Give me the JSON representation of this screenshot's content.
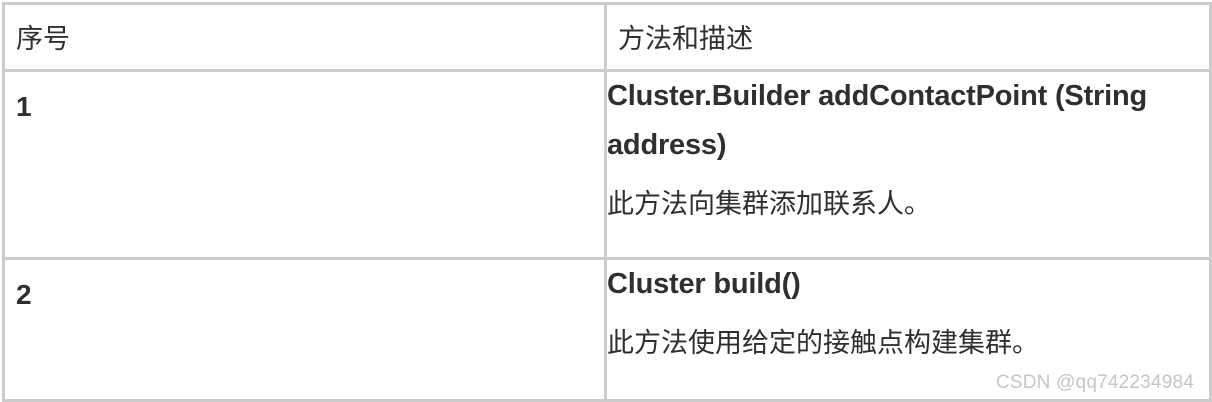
{
  "table": {
    "headers": [
      {
        "label": "序号"
      },
      {
        "label": "方法和描述"
      }
    ],
    "rows": [
      {
        "index": "1",
        "signature": "Cluster.Builder addContactPoint (String address)",
        "description": "此方法向集群添加联系人。"
      },
      {
        "index": "2",
        "signature": "Cluster build()",
        "description": "此方法使用给定的接触点构建集群。"
      }
    ]
  },
  "watermark": {
    "text": "CSDN @qq742234984",
    "color": "#c6c6c6"
  },
  "style": {
    "border_color": "#cccccc",
    "text_color": "#2f2f2f",
    "background": "#ffffff"
  }
}
